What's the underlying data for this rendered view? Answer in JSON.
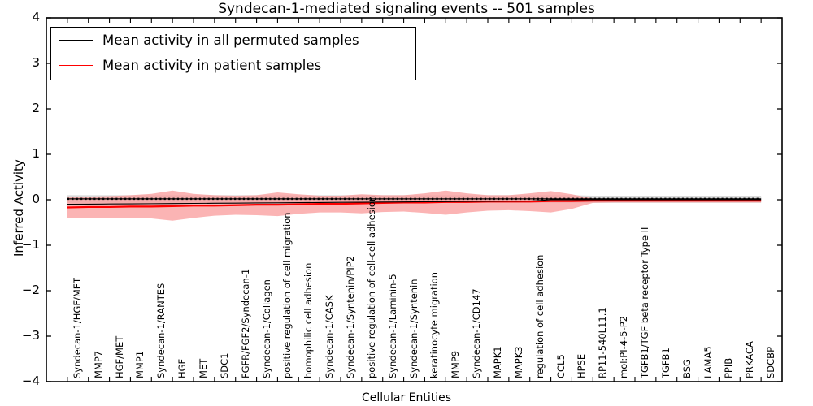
{
  "chart_data": {
    "type": "line",
    "title": "Syndecan-1-mediated signaling events -- 501 samples",
    "xlabel": "Cellular Entities",
    "ylabel": "Inferred Activity",
    "ylim": [
      -4,
      4
    ],
    "yticks": [
      -4,
      -3,
      -2,
      -1,
      0,
      1,
      2,
      3,
      4
    ],
    "ytick_labels": [
      "−4",
      "−3",
      "−2",
      "−1",
      "0",
      "1",
      "2",
      "3",
      "4"
    ],
    "grid": false,
    "legend_position": "upper left",
    "categories": [
      "Syndecan-1/HGF/MET",
      "MMP7",
      "HGF/MET",
      "MMP1",
      "Syndecan-1/RANTES",
      "HGF",
      "MET",
      "SDC1",
      "FGFR/FGF2/Syndecan-1",
      "Syndecan-1/Collagen",
      "positive regulation of cell migration",
      "homophilic cell adhesion",
      "Syndecan-1/CASK",
      "Syndecan-1/Syntenin/PIP2",
      "positive regulation of cell-cell adhesion",
      "Syndecan-1/Laminin-5",
      "Syndecan-1/Syntenin",
      "keratinocyte migration",
      "MMP9",
      "Syndecan-1/CD147",
      "MAPK1",
      "MAPK3",
      "regulation of cell adhesion",
      "CCL5",
      "HPSE",
      "RP11-540L11.1",
      "mol:PI-4-5-P2",
      "TGFB1/TGF beta receptor Type II",
      "TGFB1",
      "BSG",
      "LAMA5",
      "PPIB",
      "PRKACA",
      "SDCBP"
    ],
    "series": [
      {
        "name": "Mean activity in all permuted samples",
        "color": "#000000",
        "style": "dotted",
        "band_color": "#d4d4d4",
        "values": [
          0.02,
          0.02,
          0.02,
          0.02,
          0.02,
          0.02,
          0.02,
          0.02,
          0.02,
          0.02,
          0.02,
          0.02,
          0.02,
          0.02,
          0.02,
          0.02,
          0.02,
          0.02,
          0.02,
          0.02,
          0.02,
          0.02,
          0.02,
          0.02,
          0.02,
          0.02,
          0.02,
          0.02,
          0.02,
          0.02,
          0.02,
          0.02,
          0.02,
          0.02
        ],
        "band_upper": [
          0.1,
          0.1,
          0.1,
          0.1,
          0.1,
          0.1,
          0.1,
          0.1,
          0.1,
          0.1,
          0.1,
          0.1,
          0.1,
          0.1,
          0.1,
          0.1,
          0.1,
          0.1,
          0.1,
          0.1,
          0.1,
          0.1,
          0.1,
          0.1,
          0.1,
          0.09,
          0.09,
          0.09,
          0.09,
          0.09,
          0.09,
          0.09,
          0.09,
          0.09
        ],
        "band_lower": [
          -0.07,
          -0.07,
          -0.07,
          -0.07,
          -0.07,
          -0.07,
          -0.07,
          -0.07,
          -0.07,
          -0.07,
          -0.07,
          -0.07,
          -0.07,
          -0.07,
          -0.07,
          -0.07,
          -0.07,
          -0.07,
          -0.07,
          -0.07,
          -0.07,
          -0.07,
          -0.07,
          -0.07,
          -0.07,
          -0.07,
          -0.07,
          -0.07,
          -0.07,
          -0.07,
          -0.07,
          -0.07,
          -0.07,
          -0.07
        ]
      },
      {
        "name": "Mean activity in patient samples",
        "color": "#ff0000",
        "style": "solid",
        "band_color": "#fa9b9b",
        "values": [
          -0.17,
          -0.16,
          -0.16,
          -0.15,
          -0.15,
          -0.14,
          -0.13,
          -0.13,
          -0.12,
          -0.11,
          -0.11,
          -0.1,
          -0.09,
          -0.09,
          -0.08,
          -0.07,
          -0.06,
          -0.06,
          -0.05,
          -0.05,
          -0.04,
          -0.04,
          -0.04,
          -0.03,
          -0.03,
          -0.02,
          -0.02,
          -0.02,
          -0.02,
          -0.02,
          -0.02,
          -0.02,
          -0.02,
          -0.02
        ],
        "band_upper": [
          0.06,
          0.07,
          0.08,
          0.1,
          0.13,
          0.2,
          0.13,
          0.1,
          0.09,
          0.1,
          0.16,
          0.12,
          0.09,
          0.09,
          0.12,
          0.1,
          0.1,
          0.14,
          0.2,
          0.14,
          0.1,
          0.1,
          0.14,
          0.19,
          0.12,
          0.03,
          0.02,
          0.02,
          0.02,
          0.02,
          0.02,
          0.02,
          0.02,
          0.02
        ],
        "band_lower": [
          -0.41,
          -0.4,
          -0.4,
          -0.4,
          -0.41,
          -0.46,
          -0.4,
          -0.35,
          -0.33,
          -0.34,
          -0.36,
          -0.31,
          -0.28,
          -0.28,
          -0.3,
          -0.27,
          -0.26,
          -0.29,
          -0.33,
          -0.28,
          -0.24,
          -0.23,
          -0.25,
          -0.28,
          -0.2,
          -0.07,
          -0.06,
          -0.06,
          -0.06,
          -0.06,
          -0.06,
          -0.06,
          -0.06,
          -0.06
        ]
      }
    ]
  },
  "legend": {
    "entries": [
      {
        "label": "Mean activity in all permuted samples",
        "color": "#000000"
      },
      {
        "label": "Mean activity in patient samples",
        "color": "#ff0000"
      }
    ]
  }
}
